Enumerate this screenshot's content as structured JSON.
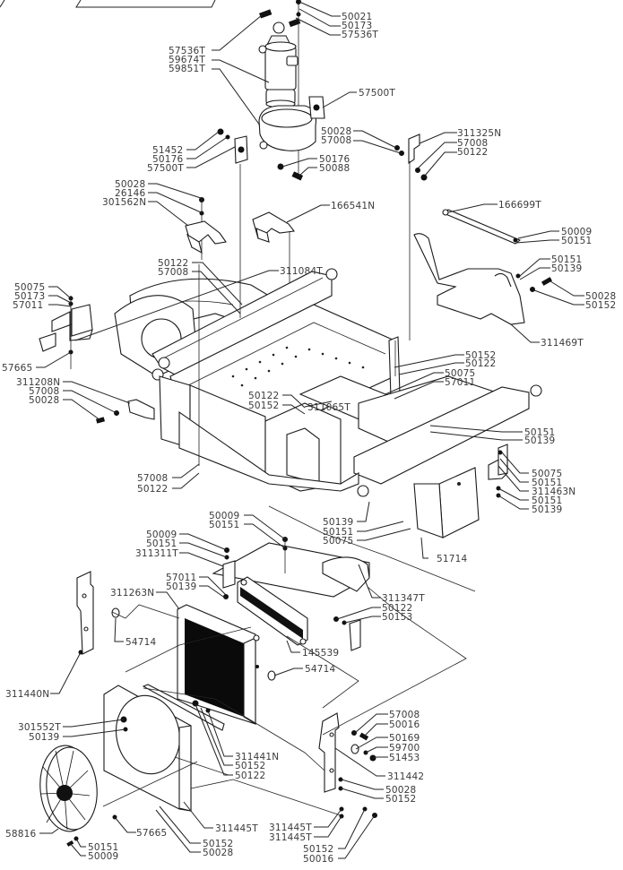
{
  "diagram": {
    "type": "exploded parts diagram",
    "subject": "frame assembly with hydraulic cylinder, radiator and cooling fan",
    "title_box_text": ""
  },
  "labels": [
    {
      "id": "l01",
      "text": "50021"
    },
    {
      "id": "l02",
      "text": "50173"
    },
    {
      "id": "l03",
      "text": "57536T"
    },
    {
      "id": "l04",
      "text": "57536T"
    },
    {
      "id": "l05",
      "text": "59674T"
    },
    {
      "id": "l06",
      "text": "59851T"
    },
    {
      "id": "l07",
      "text": "57500T"
    },
    {
      "id": "l08",
      "text": "51452"
    },
    {
      "id": "l09",
      "text": "50176"
    },
    {
      "id": "l10",
      "text": "57500T"
    },
    {
      "id": "l11",
      "text": "50176"
    },
    {
      "id": "l12",
      "text": "50088"
    },
    {
      "id": "l13",
      "text": "50028"
    },
    {
      "id": "l14",
      "text": "57008"
    },
    {
      "id": "l15",
      "text": "311325N"
    },
    {
      "id": "l16",
      "text": "57008"
    },
    {
      "id": "l17",
      "text": "50122"
    },
    {
      "id": "l18",
      "text": "50028"
    },
    {
      "id": "l19",
      "text": "26146"
    },
    {
      "id": "l20",
      "text": "301562N"
    },
    {
      "id": "l21",
      "text": "166541N"
    },
    {
      "id": "l22",
      "text": "166699T"
    },
    {
      "id": "l23",
      "text": "50009"
    },
    {
      "id": "l24",
      "text": "50151"
    },
    {
      "id": "l25",
      "text": "50122"
    },
    {
      "id": "l26",
      "text": "57008"
    },
    {
      "id": "l27",
      "text": "311084T"
    },
    {
      "id": "l28",
      "text": "50151"
    },
    {
      "id": "l29",
      "text": "50139"
    },
    {
      "id": "l30",
      "text": "50075"
    },
    {
      "id": "l31",
      "text": "50173"
    },
    {
      "id": "l32",
      "text": "57011"
    },
    {
      "id": "l33",
      "text": "50028"
    },
    {
      "id": "l34",
      "text": "50152"
    },
    {
      "id": "l35",
      "text": "57665"
    },
    {
      "id": "l36",
      "text": "311469T"
    },
    {
      "id": "l37",
      "text": "50152"
    },
    {
      "id": "l38",
      "text": "50122"
    },
    {
      "id": "l39",
      "text": "311208N"
    },
    {
      "id": "l40",
      "text": "50075"
    },
    {
      "id": "l41",
      "text": "57008"
    },
    {
      "id": "l42",
      "text": "57011"
    },
    {
      "id": "l43",
      "text": "50028"
    },
    {
      "id": "l44",
      "text": "50122"
    },
    {
      "id": "l45",
      "text": "50152"
    },
    {
      "id": "l46",
      "text": "311065T"
    },
    {
      "id": "l47",
      "text": "50151"
    },
    {
      "id": "l48",
      "text": "50139"
    },
    {
      "id": "l49",
      "text": "50075"
    },
    {
      "id": "l50",
      "text": "57008"
    },
    {
      "id": "l51",
      "text": "50151"
    },
    {
      "id": "l52",
      "text": "50122"
    },
    {
      "id": "l53",
      "text": "311463N"
    },
    {
      "id": "l54",
      "text": "50151"
    },
    {
      "id": "l55",
      "text": "50009"
    },
    {
      "id": "l56",
      "text": "50139"
    },
    {
      "id": "l57",
      "text": "50151"
    },
    {
      "id": "l58",
      "text": "50139"
    },
    {
      "id": "l59",
      "text": "50151"
    },
    {
      "id": "l60",
      "text": "50075"
    },
    {
      "id": "l61",
      "text": "50009"
    },
    {
      "id": "l62",
      "text": "51714"
    },
    {
      "id": "l63",
      "text": "50151"
    },
    {
      "id": "l64",
      "text": "311311T"
    },
    {
      "id": "l65",
      "text": "57011"
    },
    {
      "id": "l66",
      "text": "50139"
    },
    {
      "id": "l67",
      "text": "311263N"
    },
    {
      "id": "l68",
      "text": "311347T"
    },
    {
      "id": "l69",
      "text": "50122"
    },
    {
      "id": "l70",
      "text": "50153"
    },
    {
      "id": "l71",
      "text": "54714"
    },
    {
      "id": "l72",
      "text": "145539"
    },
    {
      "id": "l73",
      "text": "54714"
    },
    {
      "id": "l74",
      "text": "311440N"
    },
    {
      "id": "l75",
      "text": "57008"
    },
    {
      "id": "l76",
      "text": "50016"
    },
    {
      "id": "l77",
      "text": "301552T"
    },
    {
      "id": "l78",
      "text": "50169"
    },
    {
      "id": "l79",
      "text": "50139"
    },
    {
      "id": "l80",
      "text": "59700"
    },
    {
      "id": "l81",
      "text": "51453"
    },
    {
      "id": "l82",
      "text": "311441N"
    },
    {
      "id": "l83",
      "text": "50152"
    },
    {
      "id": "l84",
      "text": "311442"
    },
    {
      "id": "l85",
      "text": "50122"
    },
    {
      "id": "l86",
      "text": "50028"
    },
    {
      "id": "l87",
      "text": "50152"
    },
    {
      "id": "l88",
      "text": "58816"
    },
    {
      "id": "l89",
      "text": "57665"
    },
    {
      "id": "l90",
      "text": "311445T"
    },
    {
      "id": "l91",
      "text": "311445T"
    },
    {
      "id": "l92",
      "text": "311445T"
    },
    {
      "id": "l93",
      "text": "50151"
    },
    {
      "id": "l94",
      "text": "50152"
    },
    {
      "id": "l95",
      "text": "50009"
    },
    {
      "id": "l96",
      "text": "50028"
    },
    {
      "id": "l97",
      "text": "50152"
    },
    {
      "id": "l98",
      "text": "50016"
    }
  ]
}
